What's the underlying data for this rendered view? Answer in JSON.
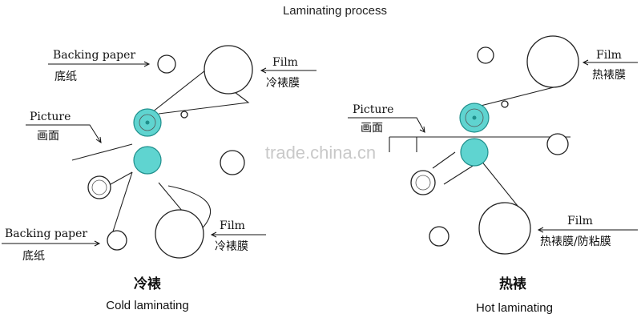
{
  "title": "Laminating process",
  "watermark": "trade.china.cn",
  "cold": {
    "backing_top_en": "Backing paper",
    "backing_top_cn": "底纸",
    "film_top_en": "Film",
    "film_top_cn": "冷裱膜",
    "picture_en": "Picture",
    "picture_cn": "画面",
    "backing_bottom_en": "Backing paper",
    "backing_bottom_cn": "底纸",
    "film_bottom_en": "Film",
    "film_bottom_cn": "冷裱膜",
    "caption_cn": "冷裱",
    "caption_en": "Cold laminating"
  },
  "hot": {
    "film_top_en": "Film",
    "film_top_cn": "热裱膜",
    "picture_en": "Picture",
    "picture_cn": "画面",
    "film_bottom_en": "Film",
    "film_bottom_cn": "热裱膜/防粘膜",
    "caption_cn": "热裱",
    "caption_en": "Hot laminating"
  },
  "colors": {
    "roller_fill": "#5fd4d0",
    "line": "#222222"
  }
}
